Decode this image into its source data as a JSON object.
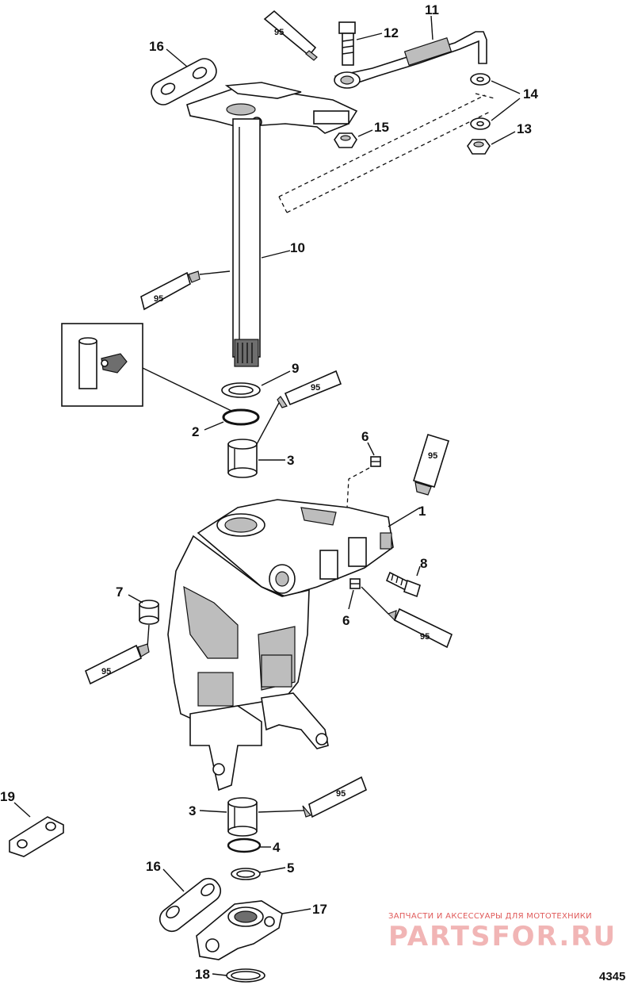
{
  "figure_number": "4345",
  "sealant_label": "95",
  "watermark": {
    "line1": "ЗАПЧАСТИ И АКСЕССУАРЫ ДЛЯ МОТОТЕХНИКИ",
    "line2": "PARTSFOR.RU"
  },
  "callouts": {
    "c1": "1",
    "c2": "2",
    "c3a": "3",
    "c3b": "3",
    "c4": "4",
    "c5": "5",
    "c6a": "6",
    "c6b": "6",
    "c7": "7",
    "c8": "8",
    "c9": "9",
    "c10": "10",
    "c11": "11",
    "c12": "12",
    "c13": "13",
    "c14": "14",
    "c15": "15",
    "c16a": "16",
    "c16b": "16",
    "c17": "17",
    "c18": "18",
    "c19": "19"
  }
}
